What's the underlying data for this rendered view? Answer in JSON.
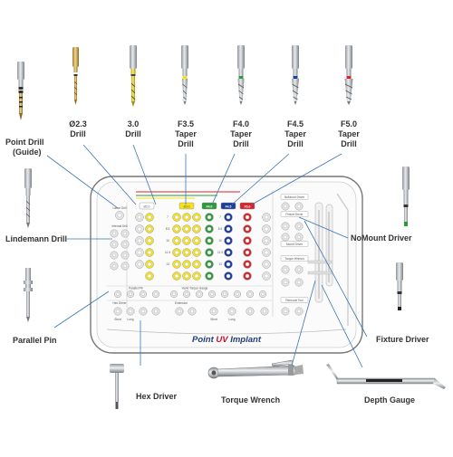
{
  "labels": {
    "point_drill": [
      "Point Drill",
      "(Guide)"
    ],
    "d23": [
      "Ø2.3",
      "Drill"
    ],
    "d30": [
      "3.0",
      "Drill"
    ],
    "f35": [
      "F3.5",
      "Taper",
      "Drill"
    ],
    "f40": [
      "F4.0",
      "Taper",
      "Drill"
    ],
    "f45": [
      "F4.5",
      "Taper",
      "Drill"
    ],
    "f50": [
      "F5.0",
      "Taper",
      "Drill"
    ],
    "lindemann": "Lindemann Drill",
    "nomount": "NoMount Driver",
    "parallel_pin": "Parallel Pin",
    "fixture_driver": "Fixture Driver",
    "hex_driver": "Hex Driver",
    "torque_wrench": "Torque Wrench",
    "depth_gauge": "Depth Gauge"
  },
  "tray": {
    "brand_a": "Point ",
    "brand_b": "UV",
    "brand_c": " Implant",
    "col_heads": [
      "Ø2.0",
      "Ø3.0",
      "F4.0",
      "F4.5",
      "F5.0"
    ],
    "drill_heads": [
      "Lance Drill",
      "Internal Drill"
    ],
    "lengths": [
      "7",
      "8.5",
      "10",
      "11.5",
      "13"
    ],
    "section_labels": [
      "Parallel Pin",
      "Hex Driver",
      "Hand Torque Gauge",
      "Extension"
    ],
    "right_heads": [
      "NoMount Driver",
      "Fixture Driver",
      "Mount Driver",
      "Torque Wrench",
      "Removal Tool"
    ],
    "bottom_small": [
      "Short",
      "Long",
      "Short",
      "Long"
    ]
  },
  "colors": {
    "yellow": "#f5e11c",
    "green": "#2e9a3b",
    "blue": "#1f3e9c",
    "red": "#d7262b",
    "brand_red": "#c8102e",
    "brand_blue": "#1f3e7a"
  }
}
